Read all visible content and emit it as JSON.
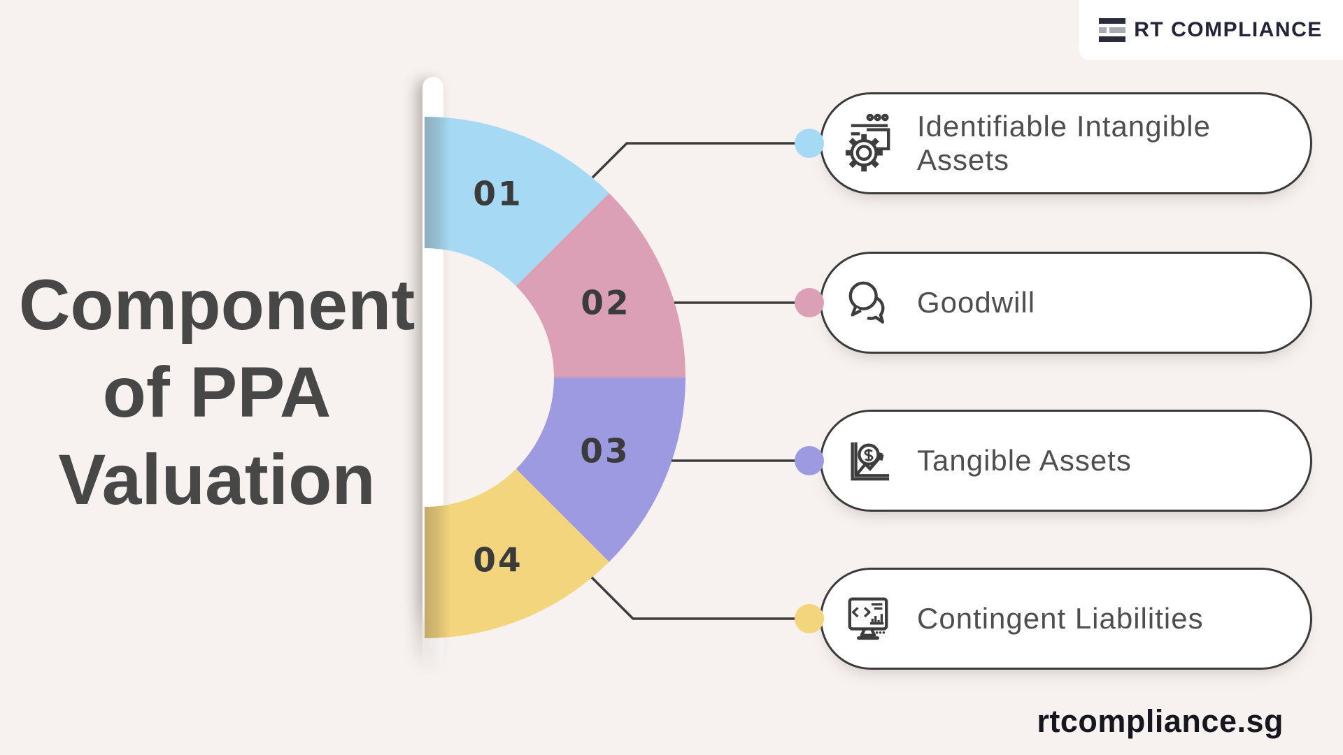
{
  "page": {
    "background": "#f7f2f0",
    "stroke_color": "#3c3c3c"
  },
  "logo": {
    "brand": "RT COMPLIANCE"
  },
  "title": {
    "text": "Component\nof PPA\nValuation"
  },
  "footer": {
    "text": "rtcompliance.sg"
  },
  "diagram": {
    "type": "half-donut",
    "segments": [
      {
        "number": "01",
        "label": "Identifiable Intangible Assets",
        "color": "#a5d9f4",
        "icon": "gear-window-icon"
      },
      {
        "number": "02",
        "label": "Goodwill",
        "color": "#dba0b5",
        "icon": "chat-bubbles-icon"
      },
      {
        "number": "03",
        "label": "Tangible Assets",
        "color": "#9e9ae1",
        "icon": "growth-chart-dollar-icon"
      },
      {
        "number": "04",
        "label": "Contingent Liabilities",
        "color": "#f3d57d",
        "icon": "code-monitor-icon"
      }
    ]
  }
}
